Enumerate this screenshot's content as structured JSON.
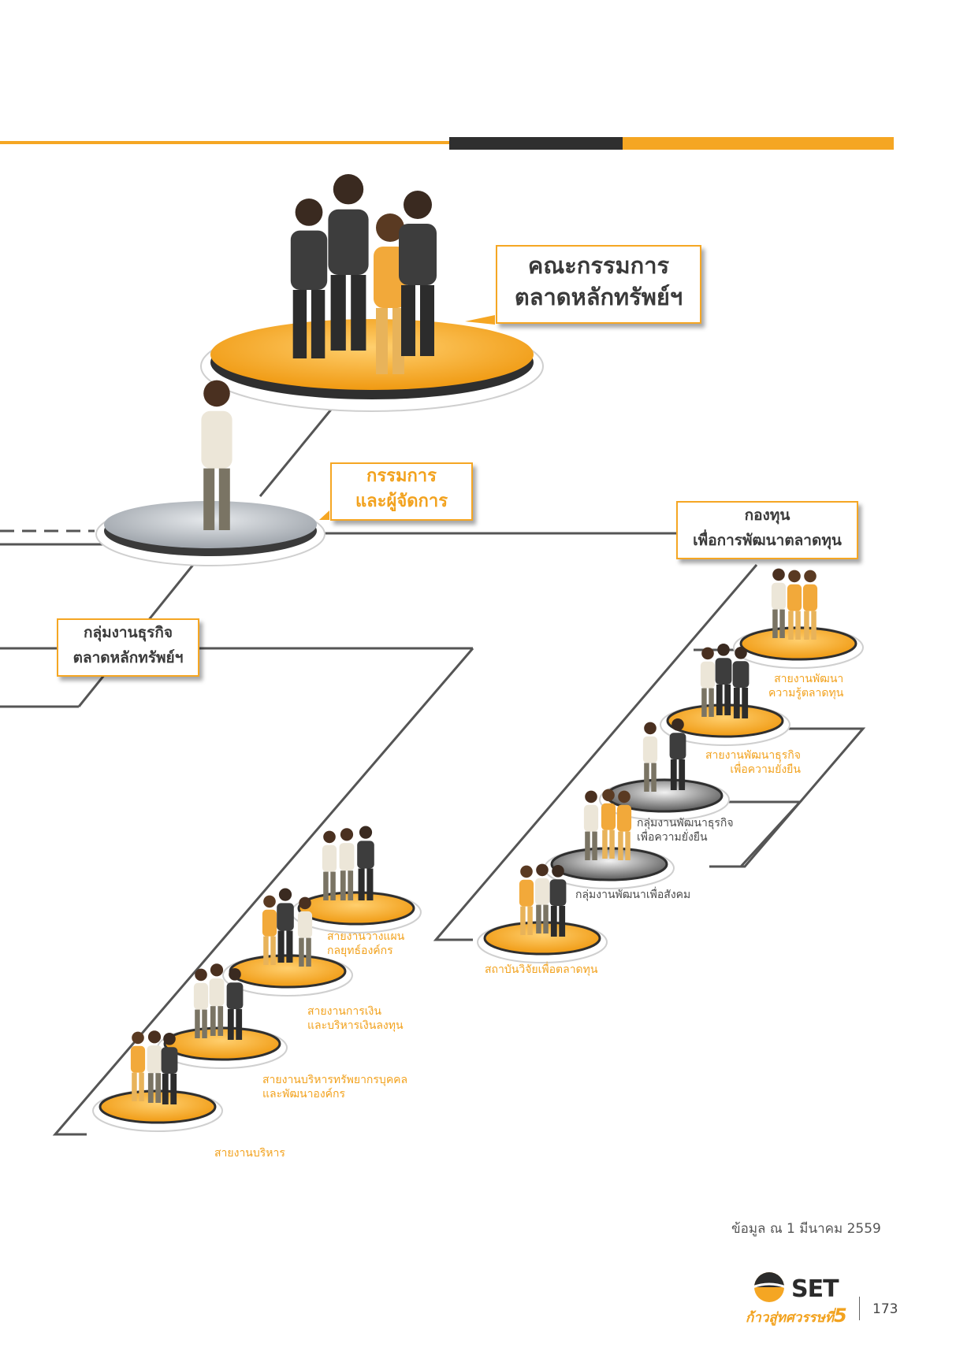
{
  "board": {
    "line1": "คณะกรรมการ",
    "line2": "ตลาดหลักทรัพย์ฯ"
  },
  "ceo": {
    "line1": "กรรมการ",
    "line2": "และผู้จัดการ"
  },
  "business_group": {
    "line1": "กลุ่มงานธุรกิจ",
    "line2": "ตลาดหลักทรัพย์ฯ"
  },
  "fund": {
    "line1": "กองทุน",
    "line2": "เพื่อการพัฒนาตลาดทุน"
  },
  "left_units": [
    {
      "line1": "สายงานวางแผน",
      "line2": "กลยุทธ์องค์กร"
    },
    {
      "line1": "สายงานการเงิน",
      "line2": "และบริหารเงินลงทุน"
    },
    {
      "line1": "สายงานบริหารทรัพยากรบุคคล",
      "line2": "และพัฒนาองค์กร"
    },
    {
      "line1": "สายงานบริหาร",
      "line2": ""
    }
  ],
  "right_units": [
    {
      "line1": "สายงานพัฒนา",
      "line2": "ความรู้ตลาดทุน"
    },
    {
      "line1": "สายงานพัฒนาธุรกิจ",
      "line2": "เพื่อความยั่งยืน"
    },
    {
      "line1": "กลุ่มงานพัฒนาธุรกิจ",
      "line2": "เพื่อความยั่งยืน"
    },
    {
      "line1": "กลุ่มงานพัฒนาเพื่อสังคม",
      "line2": ""
    },
    {
      "line1": "สถาบันวิจัยเพื่อตลาดทุน",
      "line2": ""
    }
  ],
  "colors": {
    "accent": "#f5a623",
    "dark": "#2f2f2f",
    "line": "#555555",
    "gray_disc": "#b9bec4"
  },
  "footer": {
    "data_date": "ข้อมูล ณ 1 มีนาคม 2559",
    "logo": "SET",
    "tagline": "ก้าวสู่ทศวรรษที่",
    "tagline_num": "5",
    "page_number": "173"
  }
}
